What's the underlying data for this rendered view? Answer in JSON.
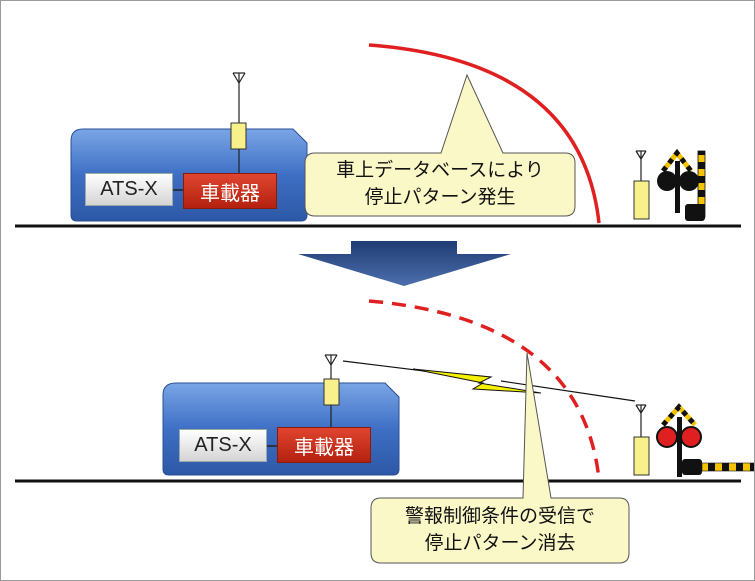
{
  "top": {
    "ats_label": "ATS-X",
    "onboard_label": "車載器",
    "callout_line1": "車上データベースにより",
    "callout_line2": "停止パターン発生"
  },
  "bottom": {
    "ats_label": "ATS-X",
    "onboard_label": "車載器",
    "callout_line1": "警報制御条件の受信で",
    "callout_line2": "停止パターン消去"
  },
  "colors": {
    "pattern_curve": "#e02020",
    "arrow": "#2a4a86",
    "train_body": "#3e6fc4",
    "callout_fill": "#fbf8c8",
    "onboard_box": "#c8301a",
    "signal_red": "#e02020",
    "signal_yellow": "#f5c400"
  }
}
